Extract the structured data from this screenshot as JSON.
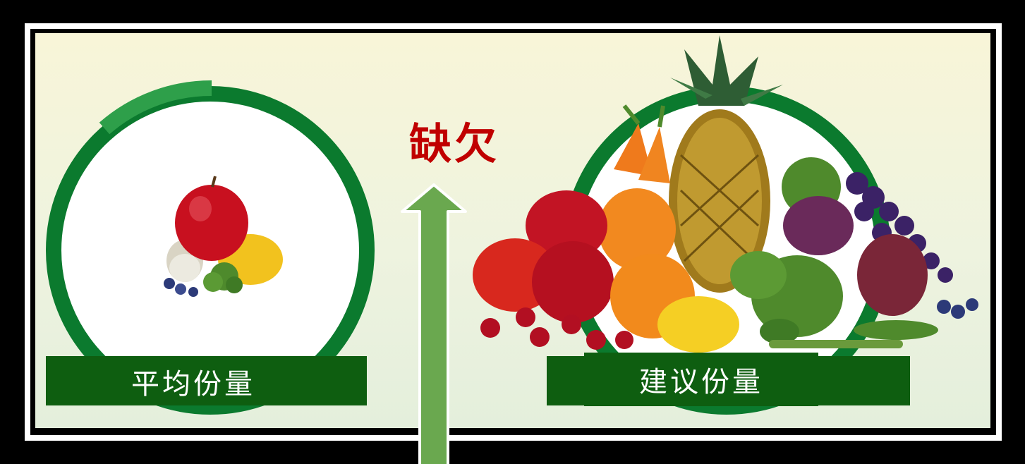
{
  "left_panel": {
    "label": "平均份量"
  },
  "right_panel": {
    "label": "建议份量"
  },
  "arrow": {
    "label": "缺欠"
  },
  "colors": {
    "ring_dark": "#0b7a2e",
    "ring_light": "#2e9f4a",
    "label_bg": "#0e5e10",
    "arrow_fill": "#6aa84f",
    "label_text": "#c00000",
    "background": "#000000"
  }
}
